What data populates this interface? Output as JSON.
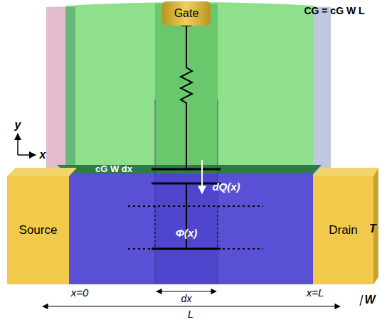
{
  "diagram": {
    "nodes": [
      {
        "text": [
          "Gate"
        ]
      },
      {
        "text": [
          "Source"
        ]
      },
      {
        "text": [
          "Drain"
        ]
      }
    ],
    "labels": [
      "CG = cG W L",
      "y",
      "x",
      "cG W dx",
      "dQ(x)",
      "Φ(x)",
      "T",
      "x=0",
      "dx",
      "x=L",
      "W",
      "L"
    ]
  }
}
